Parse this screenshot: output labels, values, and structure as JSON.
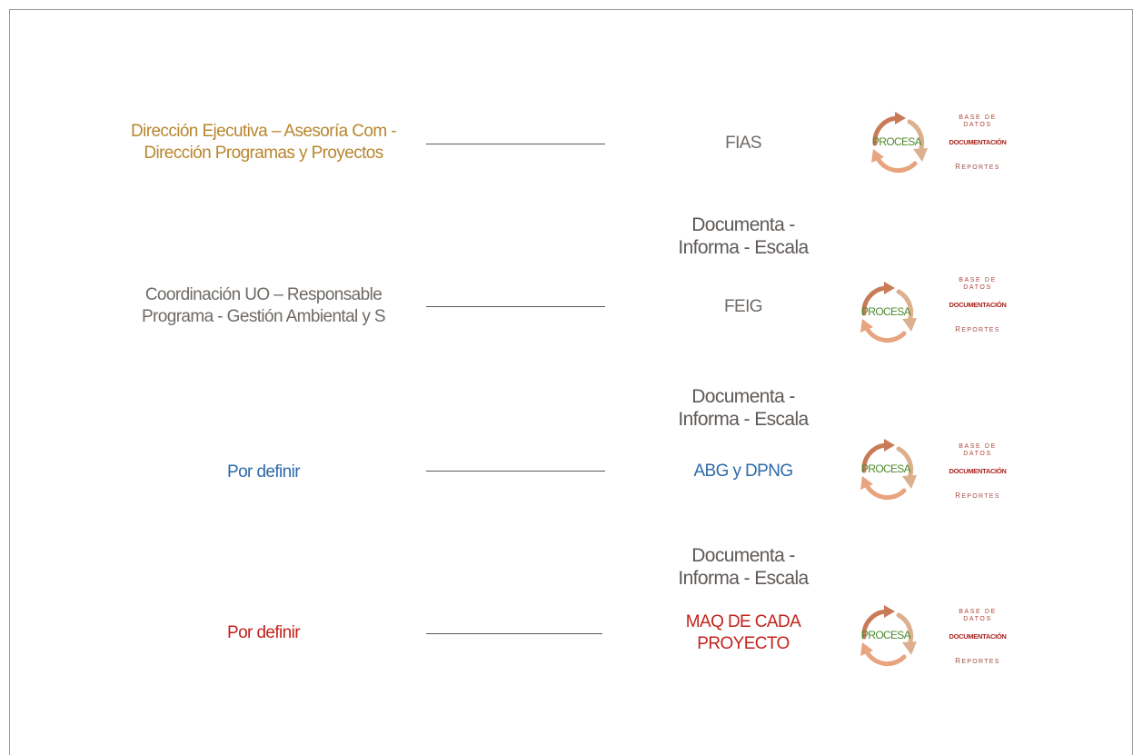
{
  "rows": [
    {
      "left_lines": [
        "Dirección Ejecutiva – Asesoría Com -",
        "Dirección Programas y Proyectos"
      ],
      "left_color": "#b8862f",
      "mid_lines": [
        "FIAS"
      ],
      "mid_color": "#6f6a66",
      "doc_lines": []
    },
    {
      "left_lines": [
        "Coordinación UO – Responsable",
        "Programa - Gestión Ambiental y S"
      ],
      "left_color": "#6f6a66",
      "mid_lines": [
        "FEIG"
      ],
      "mid_color": "#6f6a66",
      "doc_lines": [
        "Documenta -",
        "Informa - Escala"
      ]
    },
    {
      "left_lines": [
        "Por definir"
      ],
      "left_color": "#2e6aa8",
      "mid_lines": [
        "ABG y DPNG"
      ],
      "mid_color": "#2e6aa8",
      "doc_lines": [
        "Documenta -",
        "Informa - Escala"
      ]
    },
    {
      "left_lines": [
        "Por definir"
      ],
      "left_color": "#c3221b",
      "mid_lines": [
        "MAQ DE CADA",
        "PROYECTO"
      ],
      "mid_color": "#c3221b",
      "doc_lines": [
        "Documenta -",
        "Informa - Escala"
      ]
    }
  ],
  "cycle": {
    "center_label": "PROCESA",
    "base_lines": [
      "BASE DE",
      "DATOS"
    ],
    "documentation_label": "DOCUMENTACIÓN",
    "reportes_first": "R",
    "reportes_rest": "EPORTES"
  },
  "colors": {
    "arrow_dark": "#c97b58",
    "arrow_light": "#dcb08e",
    "arrow_mid": "#e7a47f",
    "procesa": "#4e8a2c"
  }
}
